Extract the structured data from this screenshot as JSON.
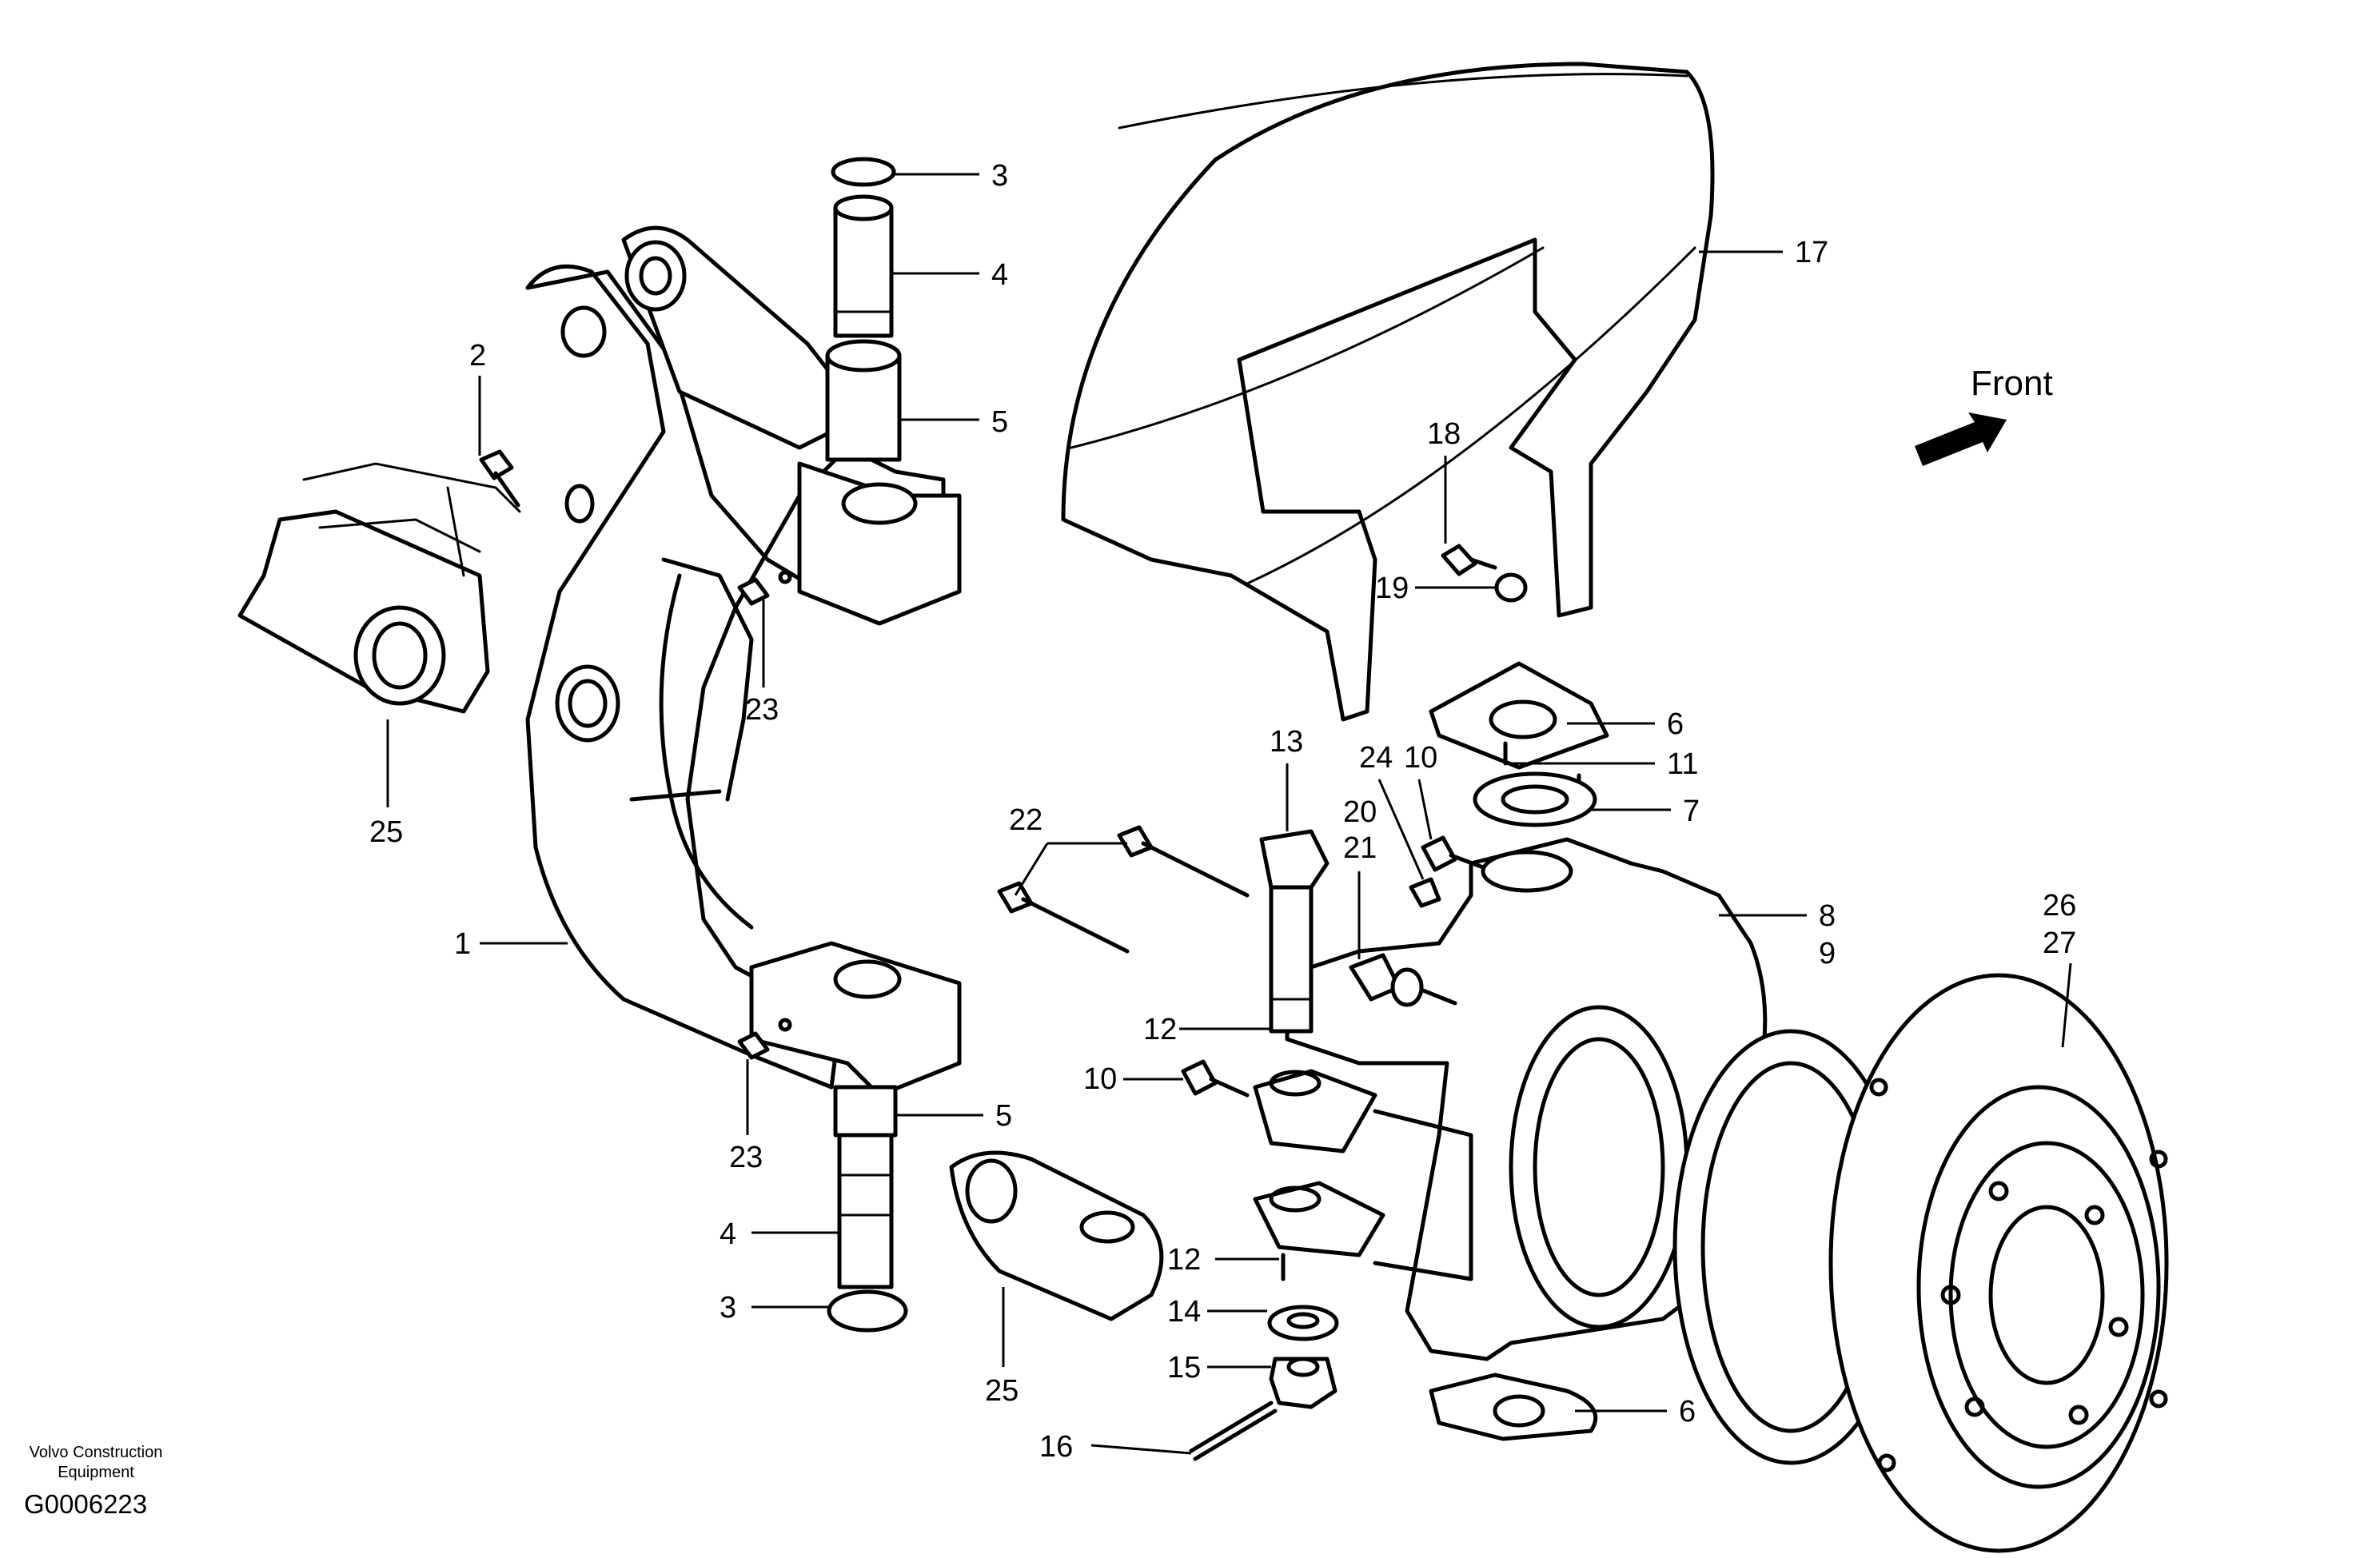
{
  "diagram": {
    "direction_label": "Front",
    "footer": {
      "company_line1": "Volvo Construction",
      "company_line2": "Equipment",
      "figure_id": "G0006223"
    },
    "callouts": [
      {
        "id": "c2",
        "label": "2"
      },
      {
        "id": "c3a",
        "label": "3"
      },
      {
        "id": "c4a",
        "label": "4"
      },
      {
        "id": "c5a",
        "label": "5"
      },
      {
        "id": "c25a",
        "label": "25"
      },
      {
        "id": "c23a",
        "label": "23"
      },
      {
        "id": "c1",
        "label": "1"
      },
      {
        "id": "c23b",
        "label": "23"
      },
      {
        "id": "c5b",
        "label": "5"
      },
      {
        "id": "c4b",
        "label": "4"
      },
      {
        "id": "c3b",
        "label": "3"
      },
      {
        "id": "c25b",
        "label": "25"
      },
      {
        "id": "c22",
        "label": "22"
      },
      {
        "id": "c13",
        "label": "13"
      },
      {
        "id": "c12a",
        "label": "12"
      },
      {
        "id": "c10a",
        "label": "10"
      },
      {
        "id": "c12b",
        "label": "12"
      },
      {
        "id": "c14",
        "label": "14"
      },
      {
        "id": "c15",
        "label": "15"
      },
      {
        "id": "c16",
        "label": "16"
      },
      {
        "id": "c17",
        "label": "17"
      },
      {
        "id": "c18",
        "label": "18"
      },
      {
        "id": "c19",
        "label": "19"
      },
      {
        "id": "c6a",
        "label": "6"
      },
      {
        "id": "c11",
        "label": "11"
      },
      {
        "id": "c7",
        "label": "7"
      },
      {
        "id": "c24",
        "label": "24"
      },
      {
        "id": "c10b",
        "label": "10"
      },
      {
        "id": "c20",
        "label": "20"
      },
      {
        "id": "c21",
        "label": "21"
      },
      {
        "id": "c8",
        "label": "8"
      },
      {
        "id": "c9",
        "label": "9"
      },
      {
        "id": "c26",
        "label": "26"
      },
      {
        "id": "c27",
        "label": "27"
      },
      {
        "id": "c6b",
        "label": "6"
      }
    ]
  }
}
